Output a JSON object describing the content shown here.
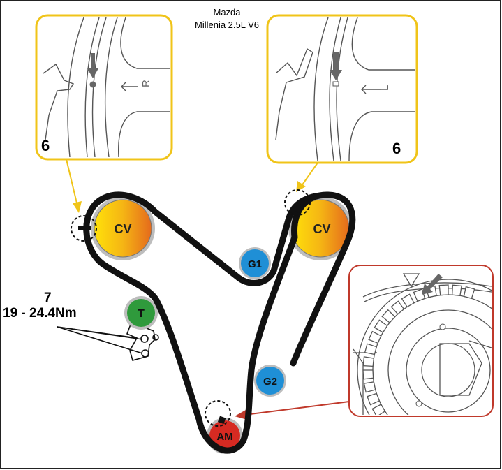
{
  "title": {
    "make": "Mazda",
    "model": "Millenia 2.5L V6"
  },
  "pulleys": {
    "cv_left": "CV",
    "cv_right": "CV",
    "g1": "G1",
    "g2": "G2",
    "tensioner": "T",
    "crank": "AM"
  },
  "callouts": {
    "left_step": "6",
    "left_direction_letter": "R",
    "right_step": "6",
    "right_direction_letter": "L"
  },
  "tensioner_note": {
    "step": "7",
    "torque": "19 - 24.4Nm"
  },
  "colors": {
    "callout_border": "#f0c419",
    "crank_callout_border": "#c0392b",
    "g_pulley": "#1f8fd6",
    "tensioner": "#2f9a3c",
    "crank_pulley": "#d62a22",
    "cam_gradient_start": "#ffe10a",
    "cam_gradient_end": "#e56a1c",
    "belt": "#111111"
  }
}
